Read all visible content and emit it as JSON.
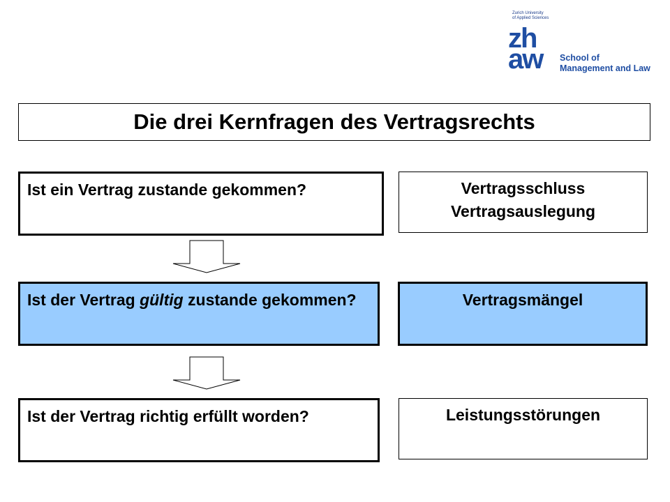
{
  "logo": {
    "university": "Zurich University\nof Applied Sciences",
    "mark_top": "zh",
    "mark_bottom": "aw",
    "school": "School of\nManagement and Law"
  },
  "title": "Die drei Kernfragen des Vertragsrechts",
  "rows": [
    {
      "question_before": "Ist ein Vertrag zustande gekommen?",
      "question_emph": "",
      "question_after": "",
      "answer": "Vertragsschluss\nVertragsauslegung"
    },
    {
      "question_before": "Ist der Vertrag ",
      "question_emph": "gültig",
      "question_after": " zustande gekommen?",
      "answer": "Vertragsmängel"
    },
    {
      "question_before": "Ist der Vertrag richtig erfüllt worden?",
      "question_emph": "",
      "question_after": "",
      "answer": "Leistungsstörungen"
    }
  ],
  "colors": {
    "highlight": "#99ccff",
    "brand": "#1f4ea3"
  }
}
